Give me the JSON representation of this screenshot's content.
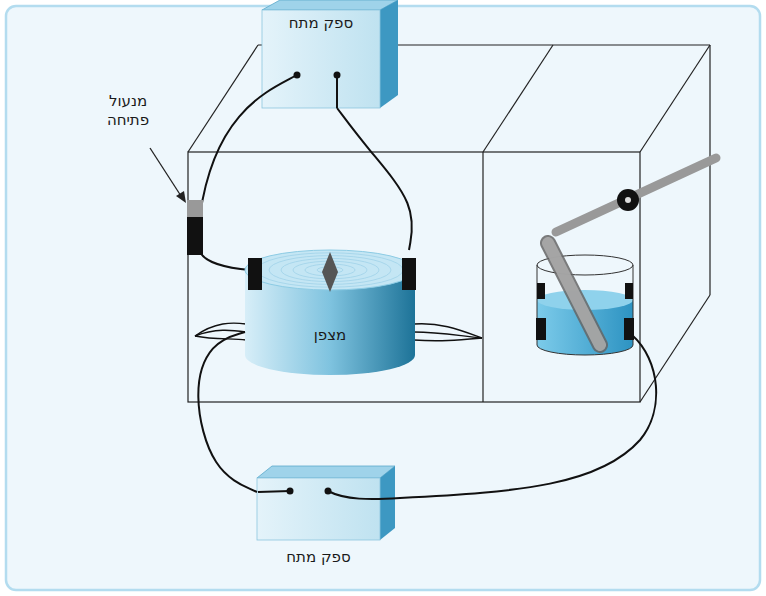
{
  "diagram": {
    "nodes": [
      {
        "text": [
          "ספק מתח"
        ]
      },
      {
        "text": [
          "מצפן"
        ]
      },
      {
        "text": [
          "ספק מתח"
        ]
      }
    ],
    "edges": [
      {
        "from": 0,
        "to": 1,
        "arrow": "none"
      },
      {
        "from": 2,
        "to": 1,
        "arrow": "none"
      }
    ],
    "labels": [
      "מנעול פתיחה"
    ]
  }
}
